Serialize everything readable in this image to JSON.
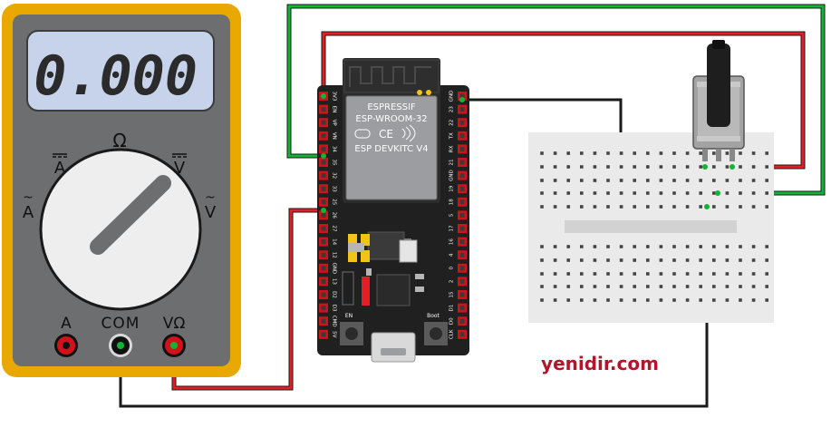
{
  "multimeter": {
    "display_value": "0.000",
    "dial_labels": {
      "ohm": "Ω",
      "dc_amps": "A",
      "dc_volts": "V",
      "ac_amps": "A",
      "ac_volts": "V"
    },
    "jack_labels": {
      "amps": "A",
      "com": "COM",
      "volt_ohm": "VΩ"
    }
  },
  "esp32": {
    "shield_lines": [
      "ESPRESSIF",
      "ESP-WROOM-32"
    ],
    "model": "ESP DEVKITC V4",
    "button_labels": {
      "en": "EN",
      "boot": "Boot"
    },
    "left_pins": [
      "3V3",
      "EN",
      "VP",
      "VN",
      "34",
      "35",
      "32",
      "33",
      "25",
      "26",
      "27",
      "14",
      "12",
      "GND",
      "13",
      "D2",
      "D3",
      "CMD",
      "5V"
    ],
    "right_pins": [
      "GND",
      "23",
      "22",
      "TX",
      "RX",
      "21",
      "GND",
      "19",
      "18",
      "5",
      "17",
      "16",
      "4",
      "0",
      "2",
      "15",
      "D1",
      "D0",
      "CLK"
    ]
  },
  "watermark": "yenidir.com",
  "colors": {
    "meter_yellow": "#e8a800",
    "meter_body": "#6d6e70",
    "lcd": "#c6d3ea",
    "board": "#202020",
    "wire_red": "#e31e24",
    "wire_green": "#12b533",
    "wire_black": "#1a1a1a",
    "breadboard": "#eaeaea",
    "watermark_red": "#b3152b"
  }
}
